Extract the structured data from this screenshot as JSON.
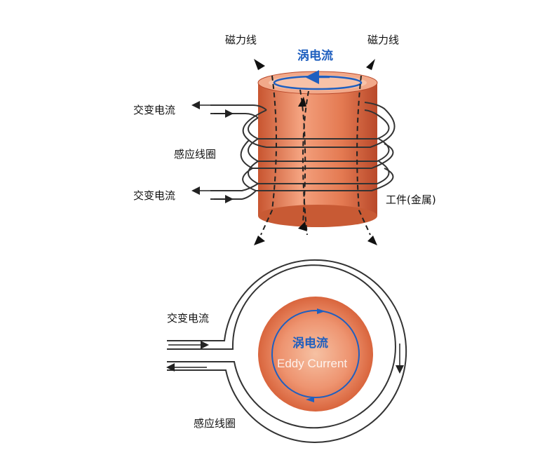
{
  "top": {
    "magnetic_line_left": "磁力线",
    "magnetic_line_right": "磁力线",
    "eddy_current": "涡电流",
    "ac_current_upper": "交变电流",
    "induction_coil": "感应线圈",
    "ac_current_lower": "交变电流",
    "workpiece": "工件(金属)"
  },
  "bottom": {
    "ac_current": "交变电流",
    "eddy_current": "涡电流",
    "eddy_current_en": "Eddy Current",
    "induction_coil": "感应线圈"
  },
  "colors": {
    "copper": "#e0784f",
    "eddy_blue": "#1f5fbf",
    "coil_stroke": "#333333"
  }
}
